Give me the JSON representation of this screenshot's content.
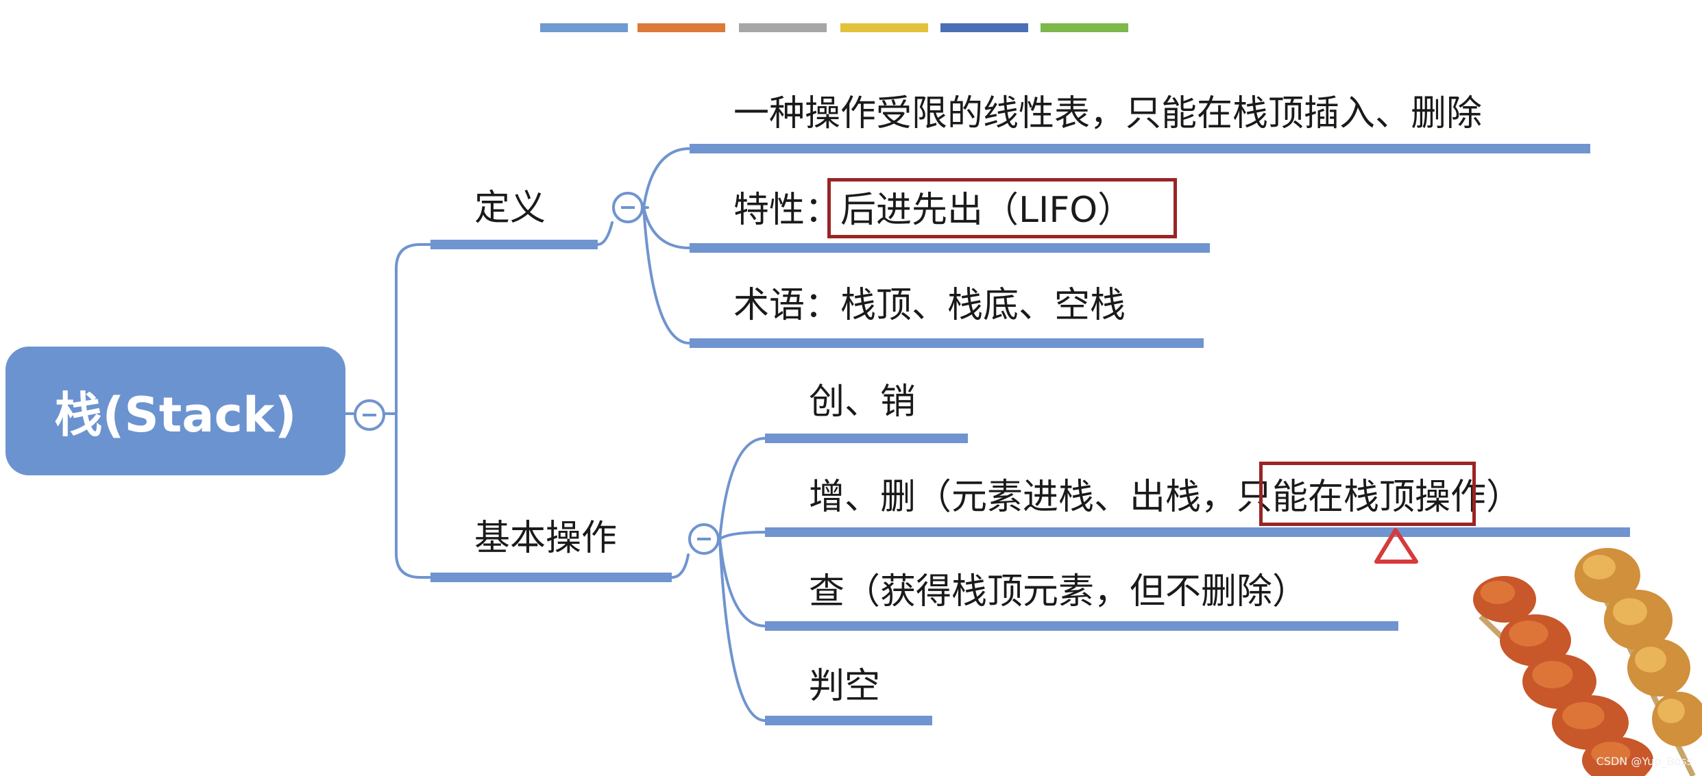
{
  "palette": [
    "#6f9bd1",
    "#dc7a3a",
    "#a6a6a6",
    "#e3c13a",
    "#4a6fb5",
    "#7cb84a"
  ],
  "colors": {
    "branch": "#6f94cf",
    "root_fill": "#6b93d0",
    "highlight": "#9a2424"
  },
  "root": {
    "label": "栈(Stack)"
  },
  "branches": [
    {
      "label": "定义",
      "children": [
        {
          "parts": [
            "一种操作受限的线性表，只能在栈顶插入、删除"
          ]
        },
        {
          "parts": [
            "特性：",
            "后进先出（LIFO）"
          ]
        },
        {
          "parts": [
            "术语：栈顶、栈底、空栈"
          ]
        }
      ]
    },
    {
      "label": "基本操作",
      "children": [
        {
          "parts": [
            "创、销"
          ]
        },
        {
          "parts": [
            "增、删（元素进栈、出栈，",
            "只能在栈顶",
            "操作）"
          ]
        },
        {
          "parts": [
            "查（获得栈顶元素，但不删除）"
          ]
        },
        {
          "parts": [
            "判空"
          ]
        }
      ]
    }
  ],
  "watermark": "CSDN @Yup_Boss"
}
